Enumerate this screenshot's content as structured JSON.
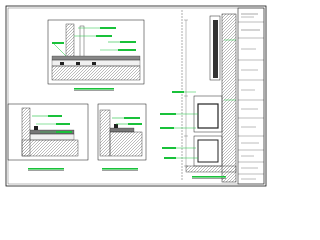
{
  "sheet": {
    "border_color": "#111111",
    "leader_color": "#19c13a",
    "leader_text_color": "#19c13a",
    "hatch_color": "#444444",
    "title_block_color": "#222222"
  },
  "details": [
    {
      "name": "detail-floor-section",
      "caption": ""
    },
    {
      "name": "detail-wall-base-left",
      "caption": ""
    },
    {
      "name": "detail-wall-base-middle",
      "caption": ""
    },
    {
      "name": "detail-wall-elevation-right",
      "caption": ""
    }
  ],
  "title_block": {
    "rows": [
      "",
      "",
      "",
      "",
      "",
      "",
      "",
      "",
      "",
      "",
      ""
    ]
  }
}
